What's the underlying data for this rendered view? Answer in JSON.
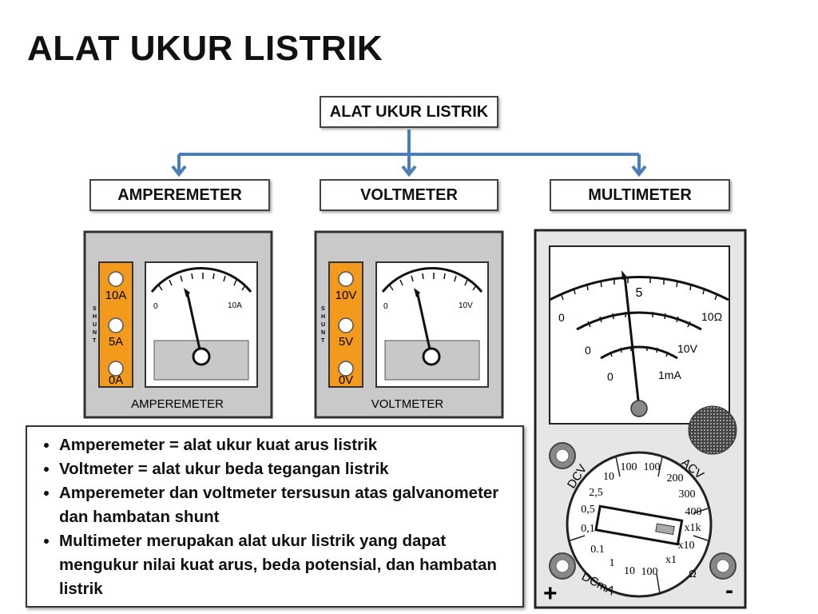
{
  "title": "ALAT UKUR LISTRIK",
  "tree": {
    "root": "ALAT UKUR LISTRIK",
    "children": [
      "AMPEREMETER",
      "VOLTMETER",
      "MULTIMETER"
    ]
  },
  "ammeter": {
    "shunt_label": "SHUNT",
    "terminals": [
      "10A",
      "5A",
      "0A"
    ],
    "scale_min": "0",
    "scale_max": "10A",
    "caption": "AMPEREMETER"
  },
  "voltmeter": {
    "shunt_label": "SHUNT",
    "terminals": [
      "10V",
      "5V",
      "0V"
    ],
    "scale_min": "0",
    "scale_max": "10V",
    "caption": "VOLTMETER"
  },
  "multimeter": {
    "scale_top_mid": "5",
    "scale_ohm_min": "0",
    "scale_ohm_max": "10Ω",
    "scale_volt_min": "0",
    "scale_volt_max": "10V",
    "scale_ma_min": "0",
    "scale_ma_max": "1mA",
    "dial_labels": {
      "dcv": "DCV",
      "acv": "ACV",
      "dcma": "DCmA",
      "plus": "+",
      "minus": "-"
    },
    "dial_values": {
      "v10": "10",
      "v100a": "100",
      "v100b": "100",
      "v200": "200",
      "v300": "300",
      "v400": "400",
      "v25": "2,5",
      "v05": "0,5",
      "v01a": "0,1",
      "v01b": "0.1",
      "x1k": "x1k",
      "x10": "x10",
      "x1": "x1",
      "ohm": "Ω",
      "m1": "1",
      "m10": "10",
      "m100": "100"
    }
  },
  "bullets": [
    "Amperemeter = alat ukur kuat arus listrik",
    "Voltmeter = alat ukur beda tegangan listrik",
    "Amperemeter dan voltmeter tersusun atas galvanometer dan hambatan shunt",
    "Multimeter merupakan alat ukur listrik yang dapat mengukur nilai kuat arus, beda potensial, dan hambatan listrik"
  ]
}
